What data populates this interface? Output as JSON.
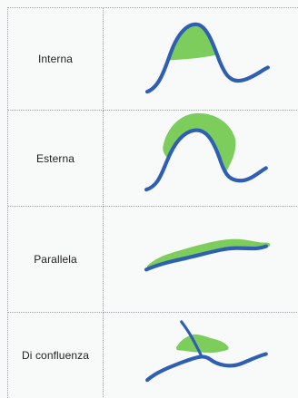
{
  "rows": [
    {
      "label": "Interna"
    },
    {
      "label": "Esterna"
    },
    {
      "label": "Parallela"
    },
    {
      "label": "Di confluenza"
    }
  ],
  "colors": {
    "river": "#2f5fb3",
    "deposit": "#7ccd5c",
    "grid": "#9aa0a3"
  }
}
